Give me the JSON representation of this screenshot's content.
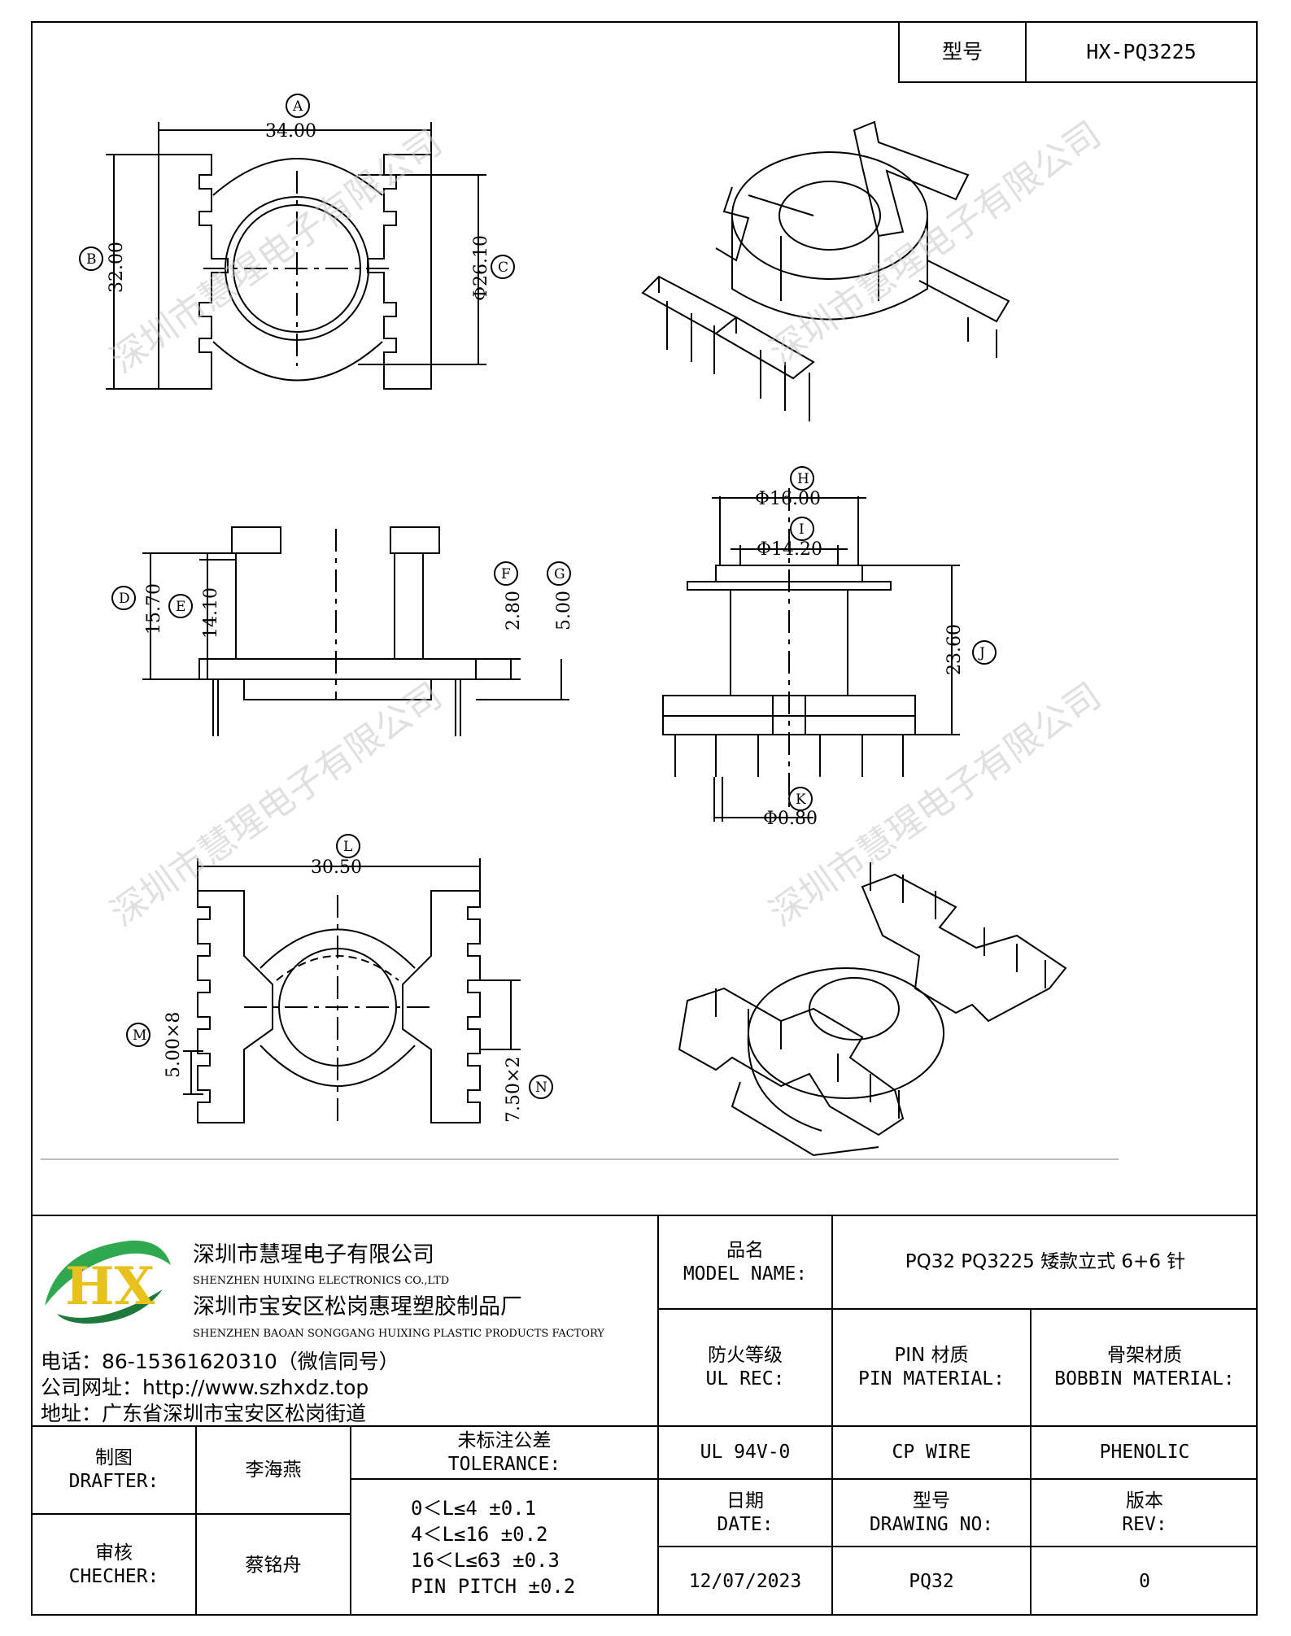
{
  "header": {
    "model_label": "型号",
    "model_value": "HX-PQ3225"
  },
  "drawing": {
    "top_view": {
      "a_letter": "A",
      "a_value": "34.00",
      "b_letter": "B",
      "b_value": "32.00",
      "c_letter": "C",
      "c_value": "Φ26.10"
    },
    "side_view": {
      "d_letter": "D",
      "d_value": "15.70",
      "e_letter": "E",
      "e_value": "14.10",
      "f_letter": "F",
      "f_value": "2.80",
      "g_letter": "G",
      "g_value": "5.00"
    },
    "front_view": {
      "h_letter": "H",
      "h_value": "Φ16.00",
      "i_letter": "I",
      "i_value": "Φ14.20",
      "j_letter": "J",
      "j_value": "23.60",
      "k_letter": "K",
      "k_value": "Φ0.80"
    },
    "bottom_view": {
      "l_letter": "L",
      "l_value": "30.50",
      "m_letter": "M",
      "m_value": "5.00×8",
      "n_letter": "N",
      "n_value": "7.50×2"
    }
  },
  "watermark": "深圳市慧瑆电子有限公司",
  "company": {
    "logo_text": "HX",
    "name_cn": "深圳市慧瑆电子有限公司",
    "name_en": "SHENZHEN HUIXING ELECTRONICS CO.,LTD",
    "factory_cn": "深圳市宝安区松岗惠瑆塑胶制品厂",
    "factory_en": "SHENZHEN BAOAN SONGGANG HUIXING PLASTIC PRODUCTS FACTORY",
    "phone": "电话：86-15361620310（微信同号）",
    "website": "公司网址：http://www.szhxdz.top",
    "address": "地址：广东省深圳市宝安区松岗街道"
  },
  "title_block": {
    "model_name_cn": "品名",
    "model_name_en": "MODEL NAME:",
    "model_name_value": "PQ32 PQ3225 矮款立式 6+6 针",
    "ul_cn": "防火等级",
    "ul_en": "UL REC:",
    "pin_cn": "PIN 材质",
    "pin_en": "PIN MATERIAL:",
    "bobbin_cn": "骨架材质",
    "bobbin_en": "BOBBIN MATERIAL:",
    "ul_value": "UL 94V-0",
    "pin_value": "CP WIRE",
    "bobbin_value": "PHENOLIC",
    "drafter_cn": "制图",
    "drafter_en": "DRAFTER:",
    "drafter_name": "李海燕",
    "tolerance_cn": "未标注公差",
    "tolerance_en": "TOLERANCE:",
    "checker_cn": "审核",
    "checker_en": "CHECHER:",
    "checker_name": "蔡铭舟",
    "tolerances": [
      "0＜L≤4  ±0.1",
      "4＜L≤16 ±0.2",
      "16＜L≤63 ±0.3",
      "PIN PITCH ±0.2"
    ],
    "date_cn": "日期",
    "date_en": "DATE:",
    "drawing_no_cn": "型号",
    "drawing_no_en": "DRAWING NO:",
    "rev_cn": "版本",
    "rev_en": "REV:",
    "date_value": "12/07/2023",
    "drawing_no_value": "PQ32",
    "rev_value": "0"
  },
  "colors": {
    "logo_green": "#2fa84f",
    "logo_yellow": "#e8c21a",
    "logo_dark_green": "#1d7a3a",
    "watermark": "#c8c8c8"
  }
}
